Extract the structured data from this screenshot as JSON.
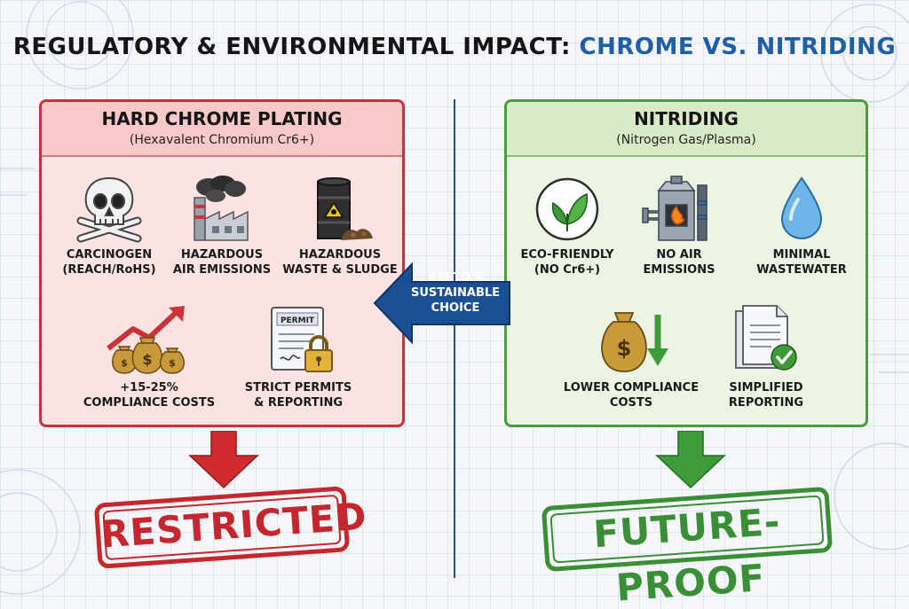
{
  "title": {
    "main": "REGULATORY & ENVIRONMENTAL IMPACT:",
    "highlight": "CHROME VS. NITRIDING"
  },
  "colors": {
    "red": "#c8333a",
    "green": "#4a9a3e",
    "blue": "#1f5fa8",
    "dark_blue": "#164a8a"
  },
  "left_panel": {
    "title": "HARD CHROME PLATING",
    "subtitle": "(Hexavalent Chromium Cr6+)",
    "items": [
      {
        "icon": "skull-crossbones-icon",
        "line1": "CARCINOGEN",
        "line2": "(REACH/RoHS)"
      },
      {
        "icon": "factory-emissions-icon",
        "line1": "HAZARDOUS",
        "line2": "AIR EMISSIONS"
      },
      {
        "icon": "toxic-barrel-icon",
        "line1": "HAZARDOUS",
        "line2": "WASTE & SLUDGE"
      },
      {
        "icon": "money-bags-rising-icon",
        "line1": "+15-25%",
        "line2": "COMPLIANCE COSTS"
      },
      {
        "icon": "permit-lock-icon",
        "line1": "STRICT PERMITS",
        "line2": "& REPORTING",
        "badge": "PERMIT"
      }
    ],
    "stamp": "RESTRICTED"
  },
  "right_panel": {
    "title": "NITRIDING",
    "subtitle": "(Nitrogen Gas/Plasma)",
    "items": [
      {
        "icon": "leaf-icon",
        "line1": "ECO-FRIENDLY",
        "line2": "(NO Cr6+)"
      },
      {
        "icon": "furnace-icon",
        "line1": "NO AIR",
        "line2": "EMISSIONS"
      },
      {
        "icon": "water-drop-icon",
        "line1": "MINIMAL",
        "line2": "WASTEWATER"
      },
      {
        "icon": "money-bag-down-icon",
        "line1": "LOWER COMPLIANCE",
        "line2": "COSTS"
      },
      {
        "icon": "document-check-icon",
        "line1": "SIMPLIFIED",
        "line2": "REPORTING"
      }
    ],
    "stamp": "FUTURE-PROOF"
  },
  "center_callout": {
    "line1": "BEPTO'S",
    "line2": "SUSTAINABLE",
    "line3": "CHOICE"
  }
}
